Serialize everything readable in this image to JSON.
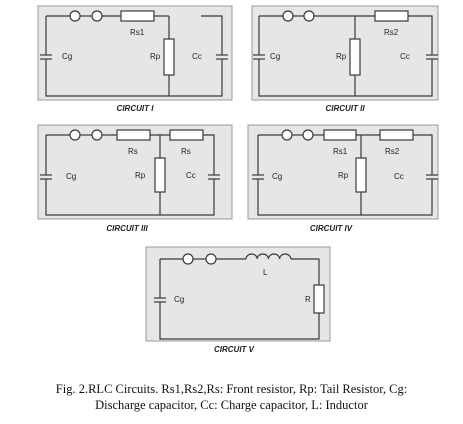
{
  "circuits": [
    {
      "title": "CIRCUIT I",
      "labels": {
        "cg": "Cg",
        "rs1": "Rs1",
        "rp": "Rp",
        "cc": "Cc"
      }
    },
    {
      "title": "CIRCUIT II",
      "labels": {
        "cg": "Cg",
        "rs2": "Rs2",
        "rp": "Rp",
        "cc": "Cc"
      }
    },
    {
      "title": "CIRCUIT III",
      "labels": {
        "cg": "Cg",
        "rs_a": "Rs",
        "rs_b": "Rs",
        "rp": "Rp",
        "cc": "Cc"
      }
    },
    {
      "title": "CIRCUIT IV",
      "labels": {
        "cg": "Cg",
        "rs1": "Rs1",
        "rs2": "Rs2",
        "rp": "Rp",
        "cc": "Cc"
      }
    },
    {
      "title": "CIRCUIT V",
      "labels": {
        "cg": "Cg",
        "l": "L",
        "r": "R"
      }
    }
  ],
  "caption": {
    "line1": "Fig. 2.RLC Circuits. Rs1,Rs2,Rs: Front resistor, Rp: Tail Resistor, Cg:",
    "line2": "Discharge capacitor, Cc: Charge capacitor, L: Inductor"
  }
}
